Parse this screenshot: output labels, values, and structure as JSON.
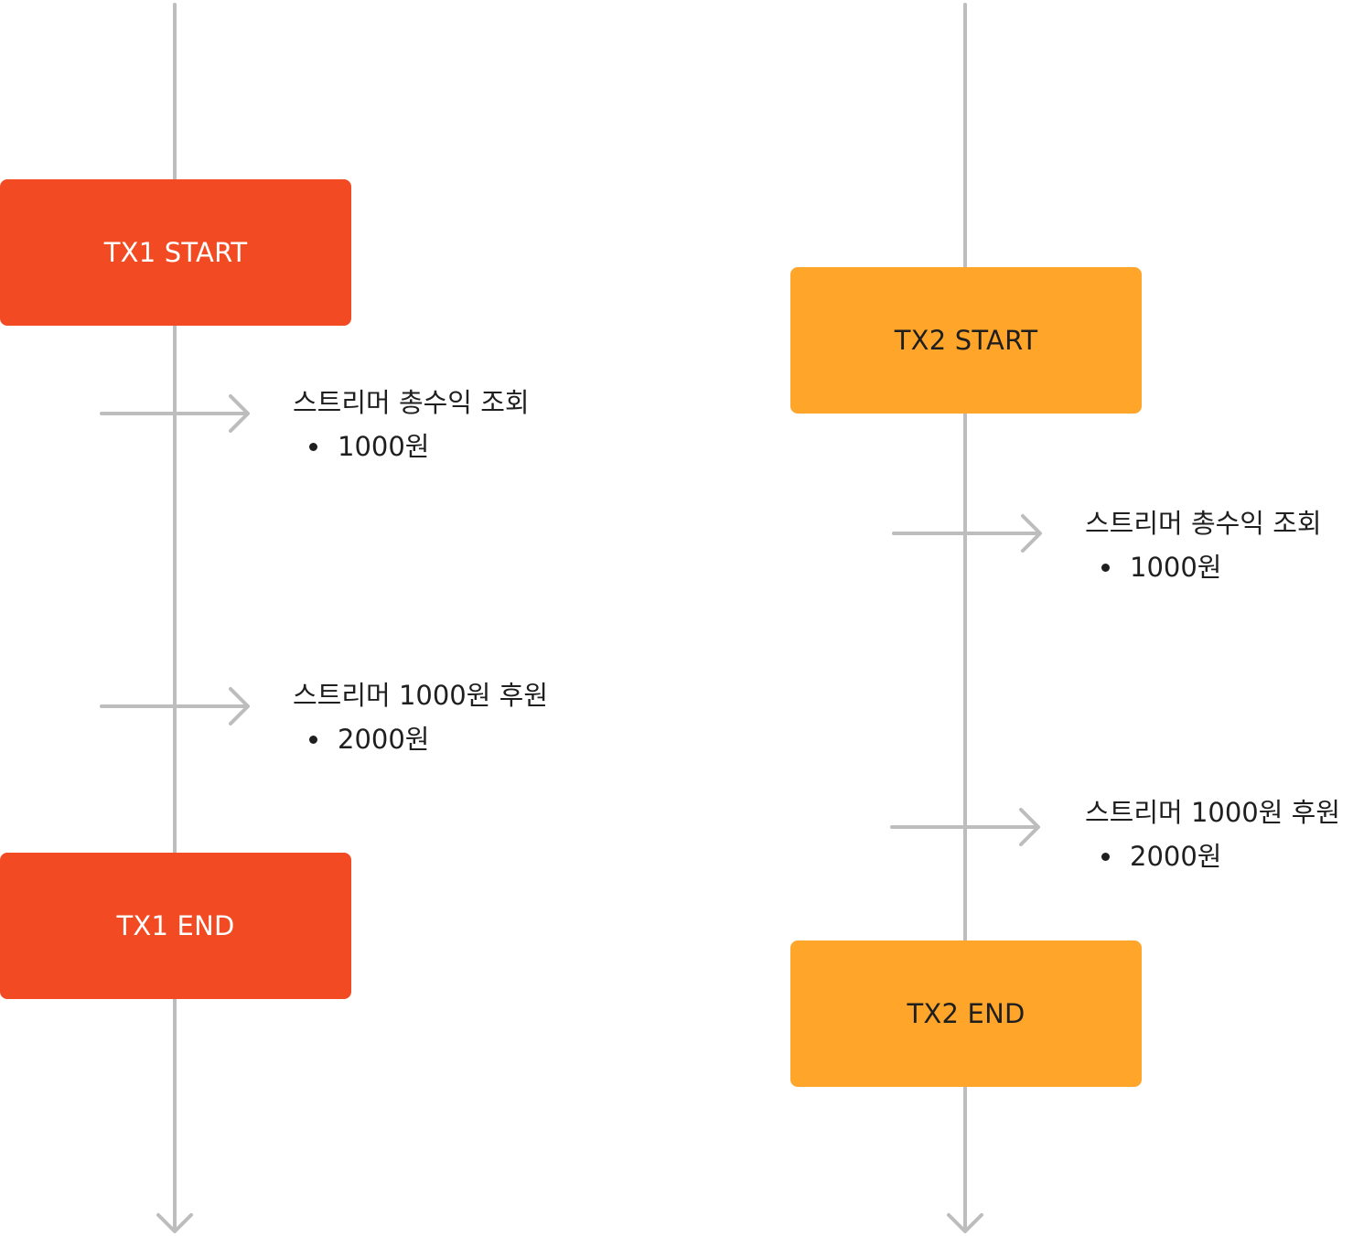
{
  "colors": {
    "line": "#bdbdbd",
    "tx1_fill": "#f24b23",
    "tx1_text": "#ffffff",
    "tx2_fill": "#ffa52a",
    "tx2_text": "#1f1f1f",
    "text": "#1f1f1f"
  },
  "tx1": {
    "start_label": "TX1 START",
    "end_label": "TX1 END",
    "steps": [
      {
        "title": "스트리머 총수익 조회",
        "value": "1000원"
      },
      {
        "title": "스트리머 1000원 후원",
        "value": "2000원"
      }
    ]
  },
  "tx2": {
    "start_label": "TX2 START",
    "end_label": "TX2 END",
    "steps": [
      {
        "title": "스트리머 총수익 조회",
        "value": "1000원"
      },
      {
        "title": "스트리머 1000원 후원",
        "value": "2000원"
      }
    ]
  }
}
